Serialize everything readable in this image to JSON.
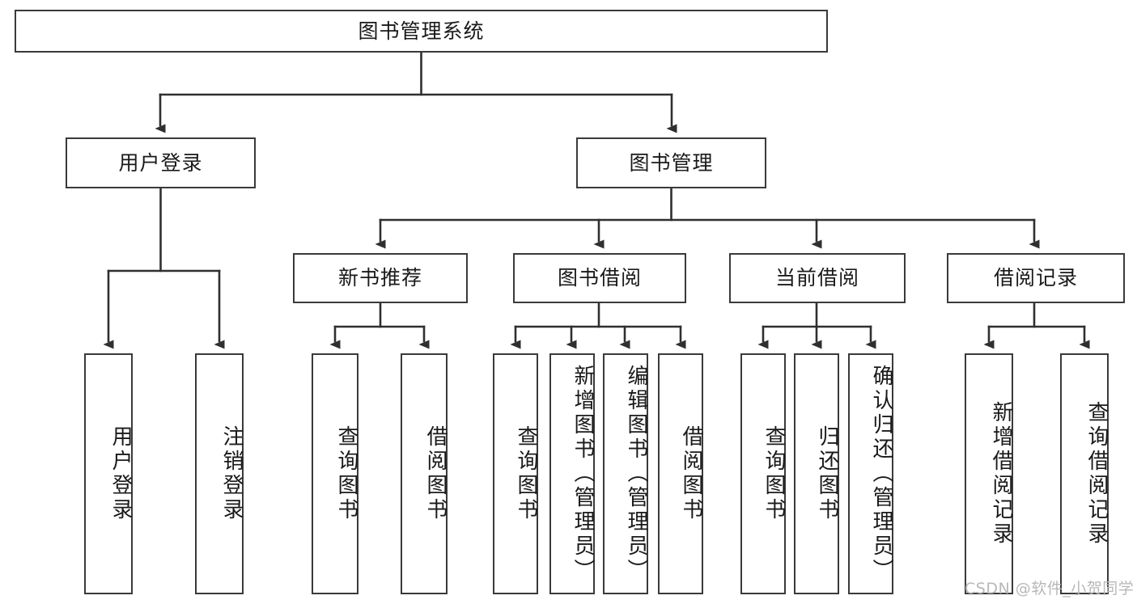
{
  "diagram": {
    "title": "图书管理系统",
    "type": "function-hierarchy-tree",
    "root": {
      "id": "root",
      "label": "图书管理系统"
    },
    "level1": [
      {
        "id": "user-login",
        "label": "用户登录"
      },
      {
        "id": "book-manage",
        "label": "图书管理"
      }
    ],
    "level2": [
      {
        "id": "new-book-rec",
        "label": "新书推荐",
        "parent": "book-manage"
      },
      {
        "id": "book-borrow",
        "label": "图书借阅",
        "parent": "book-manage"
      },
      {
        "id": "current-borrow",
        "label": "当前借阅",
        "parent": "book-manage"
      },
      {
        "id": "borrow-record",
        "label": "借阅记录",
        "parent": "book-manage"
      }
    ],
    "leaves": [
      {
        "id": "leaf-user-login",
        "label": "用户登录",
        "parent": "user-login"
      },
      {
        "id": "leaf-user-logout",
        "label": "注销登录",
        "parent": "user-login"
      },
      {
        "id": "leaf-query-book-1",
        "label": "查询图书",
        "parent": "new-book-rec"
      },
      {
        "id": "leaf-borrow-book-1",
        "label": "借阅图书",
        "parent": "new-book-rec"
      },
      {
        "id": "leaf-query-book-2",
        "label": "查询图书",
        "parent": "book-borrow"
      },
      {
        "id": "leaf-add-book",
        "label": "新增图书（管理员）",
        "parent": "book-borrow"
      },
      {
        "id": "leaf-edit-book",
        "label": "编辑图书（管理员）",
        "parent": "book-borrow"
      },
      {
        "id": "leaf-borrow-book-2",
        "label": "借阅图书",
        "parent": "book-borrow"
      },
      {
        "id": "leaf-query-book-3",
        "label": "查询图书",
        "parent": "current-borrow"
      },
      {
        "id": "leaf-return-book",
        "label": "归还图书",
        "parent": "current-borrow"
      },
      {
        "id": "leaf-confirm-return",
        "label": "确认归还（管理员）",
        "parent": "current-borrow"
      },
      {
        "id": "leaf-add-record",
        "label": "新增借阅记录",
        "parent": "borrow-record"
      },
      {
        "id": "leaf-query-record",
        "label": "查询借阅记录",
        "parent": "borrow-record"
      }
    ],
    "watermark": "CSDN @软件_小贺同学",
    "colors": {
      "stroke": "#3a3a3a",
      "fill": "#ffffff",
      "text": "#1a1a1a",
      "watermark": "#b8b8b8"
    }
  }
}
